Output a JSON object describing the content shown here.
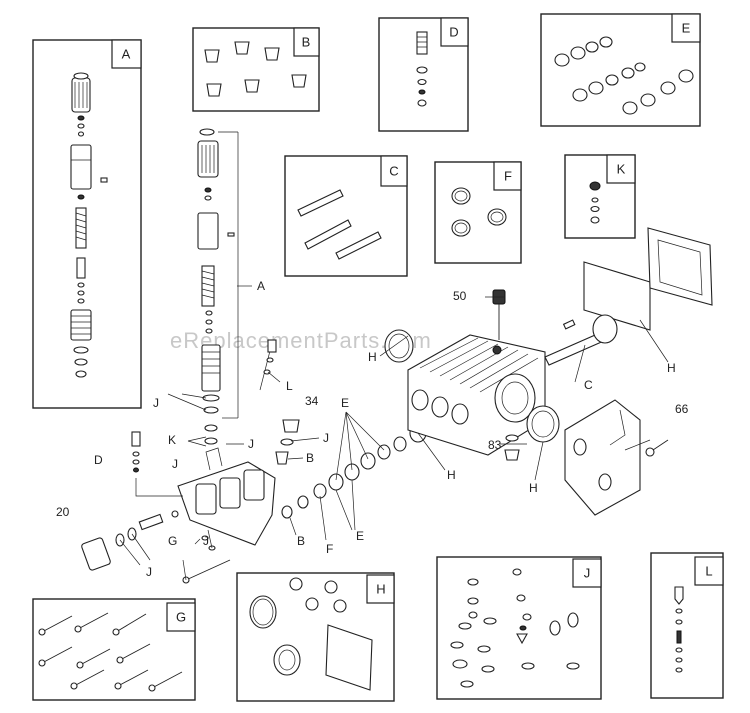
{
  "watermark": "eReplacementParts.com",
  "kits": [
    {
      "id": "A",
      "label": "A"
    },
    {
      "id": "B",
      "label": "B"
    },
    {
      "id": "C",
      "label": "C"
    },
    {
      "id": "D",
      "label": "D"
    },
    {
      "id": "E",
      "label": "E"
    },
    {
      "id": "F",
      "label": "F"
    },
    {
      "id": "K",
      "label": "K"
    },
    {
      "id": "G",
      "label": "G"
    },
    {
      "id": "H",
      "label": "H"
    },
    {
      "id": "J",
      "label": "J"
    },
    {
      "id": "L",
      "label": "L"
    }
  ],
  "callouts": {
    "c50": "50",
    "c34": "34",
    "c66": "66",
    "c83": "83",
    "c20": "20",
    "cA": "A",
    "cL": "L",
    "cC": "C",
    "cH1": "H",
    "cH2": "H",
    "cH3": "H",
    "cH4": "H",
    "cJ1": "J",
    "cJ2": "J",
    "cJ3": "J",
    "cJ4": "J",
    "cJ5": "J",
    "cK": "K",
    "cD": "D",
    "cE1": "E",
    "cE2": "E",
    "cB1": "B",
    "cB2": "B",
    "cF": "F",
    "cG": "G"
  }
}
